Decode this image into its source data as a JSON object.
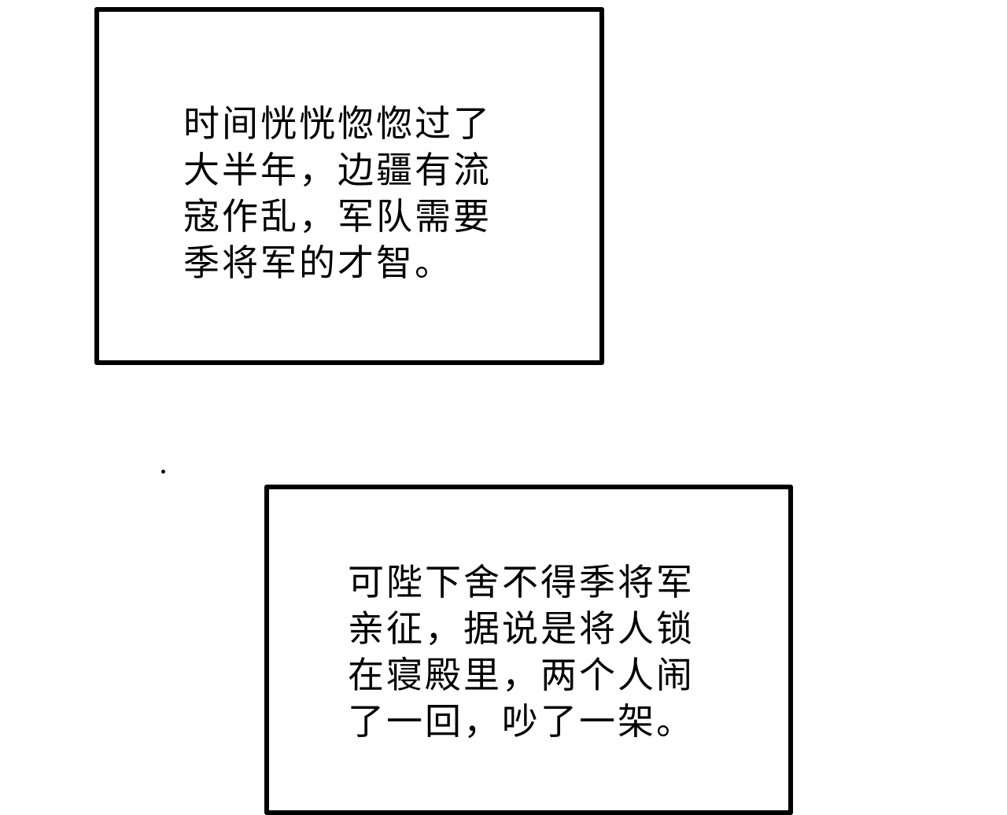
{
  "panels": [
    {
      "type": "narration-box",
      "lines": [
        "时间恍恍惚惚过了",
        "大半年，边疆有流",
        "寇作乱，军队需要",
        "季将军的才智。"
      ]
    },
    {
      "type": "narration-box",
      "lines": [
        "可陛下舍不得季将军",
        "亲征，据说是将人锁",
        "在寝殿里，两个人闹",
        "了一回，吵了一架。"
      ]
    }
  ],
  "colors": {
    "background": "#ffffff",
    "border": "#000000",
    "text": "#000000"
  }
}
